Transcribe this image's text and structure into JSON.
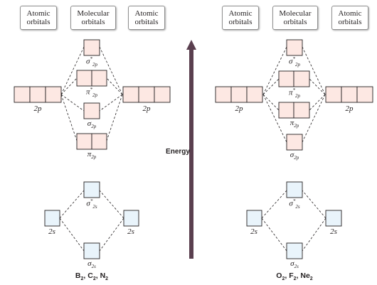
{
  "headers": {
    "left_atomic": [
      "Atomic",
      "orbitals"
    ],
    "left_molecular": [
      "Molecular",
      "orbitals"
    ],
    "left_atomic_right": [
      "Atomic",
      "orbitals"
    ],
    "right_atomic": [
      "Atomic",
      "orbitals"
    ],
    "right_molecular": [
      "Molecular",
      "orbitals"
    ],
    "right_atomic_right": [
      "Atomic",
      "orbitals"
    ]
  },
  "axis": {
    "label": "Energy"
  },
  "colors": {
    "p_fill": "#fde8e3",
    "s_fill": "#e9f4fb",
    "box_stroke": "#231f20",
    "arrow": "#5a3f4f"
  },
  "left_diagram": {
    "system_label": [
      "B",
      "2",
      ", C",
      "2",
      ", N",
      "2"
    ],
    "atomic_p_label": "2p",
    "atomic_s_label": "2s",
    "orbital_order_high_to_low": [
      "σ*2p",
      "π*2p",
      "σ2p",
      "π2p",
      "σ*2s",
      "σ2s"
    ],
    "labels": {
      "sigma_star_2p": [
        "σ",
        "*",
        "2p"
      ],
      "pi_star_2p": [
        "π",
        "*",
        "2p"
      ],
      "sigma_2p": [
        "σ",
        "",
        "2p"
      ],
      "pi_2p": [
        "π",
        "",
        "2p"
      ],
      "sigma_star_2s": [
        "σ",
        "*",
        "2s"
      ],
      "sigma_2s": [
        "σ",
        "",
        "2s"
      ]
    }
  },
  "right_diagram": {
    "system_label": [
      "O",
      "2",
      ", F",
      "2",
      ", Ne",
      "2"
    ],
    "atomic_p_label": "2p",
    "atomic_s_label": "2s",
    "orbital_order_high_to_low": [
      "σ*2p",
      "π*2p",
      "π2p",
      "σ2p",
      "σ*2s",
      "σ2s"
    ],
    "labels": {
      "sigma_star_2p": [
        "σ",
        "*",
        "2p"
      ],
      "pi_star_2p": [
        "π",
        "*",
        "2p"
      ],
      "pi_2p": [
        "π",
        "",
        "2p"
      ],
      "sigma_2p": [
        "σ",
        "",
        "2p"
      ],
      "sigma_star_2s": [
        "σ",
        "*",
        "2s"
      ],
      "sigma_2s": [
        "σ",
        "",
        "2s"
      ]
    }
  }
}
